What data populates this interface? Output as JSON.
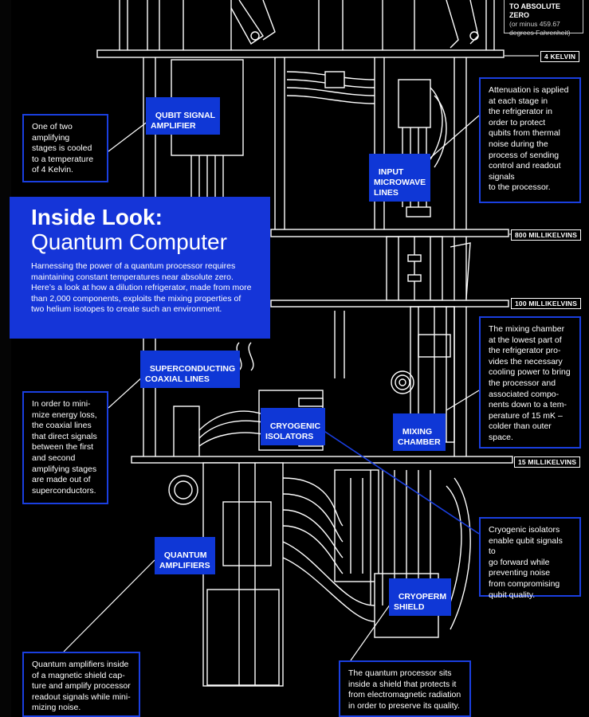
{
  "hero": {
    "title_bold": "Inside Look:",
    "title_light": "Quantum Computer",
    "body": "Harnessing the power of a quantum processor requires maintaining constant temperatures near absolute zero.  Here’s a look at how a dilution refrigerator, made from more than 2,000 components, exploits the mixing properties of two helium isotopes to create such an environment."
  },
  "top_note": {
    "title": "TO ABSOLUTE ZERO",
    "sub": "(or minus 459.67 degrees Fahrenheit)"
  },
  "stages": {
    "s1": "4 KELVIN",
    "s2": "800 MILLIKELVINS",
    "s3": "100 MILLIKELVINS",
    "s4": "15 MILLIKELVINS"
  },
  "labels": {
    "qubit_signal_amplifier": "QUBIT SIGNAL\nAMPLIFIER",
    "input_microwave_lines": "INPUT\nMICROWAVE\nLINES",
    "superconducting_coaxial_lines": "SUPERCONDUCTING\nCOAXIAL LINES",
    "cryogenic_isolators": "CRYOGENIC\nISOLATORS",
    "mixing_chamber": "MIXING\nCHAMBER",
    "quantum_amplifiers": "QUANTUM\nAMPLIFIERS",
    "cryoperm_shield": "CRYOPERM\nSHIELD"
  },
  "notes": {
    "amplifier": "One of two\namplifying\nstages is cooled\nto a temperature\nof 4 Kelvin.",
    "attenuation": "Attenuation is applied\nat each stage in\nthe refrigerator in\norder to protect\nqubits from thermal\nnoise during the\nprocess of sending\ncontrol and readout\nsignals\nto the processor.",
    "coaxial": "In order to mini-\nmize energy loss,\nthe coaxial lines\nthat direct signals\nbetween the first\nand second\namplifying stages\nare made out of\nsuperconductors.",
    "mixing": "The mixing chamber\nat the lowest part of\nthe refrigerator pro-\nvides the necessary\ncooling power to bring\nthe processor and\nassociated compo-\nnents down to a tem-\nperature of 15 mK –\ncolder than outer\nspace.",
    "isolators": "Cryogenic isolators\nenable qubit signals to\ngo forward while\npreventing noise\nfrom compromising\nqubit quality.",
    "quantum_amplifiers": "Quantum amplifiers inside\nof a magnetic shield cap-\nture and amplify processor\nreadout signals while mini-\nmizing noise.",
    "shield": "The quantum processor sits\ninside a shield that protects it\nfrom electromagnetic radiation\nin order to preserve its quality."
  },
  "colors": {
    "accent": "#1535d8",
    "line": "#ffffff",
    "background": "#000000"
  }
}
